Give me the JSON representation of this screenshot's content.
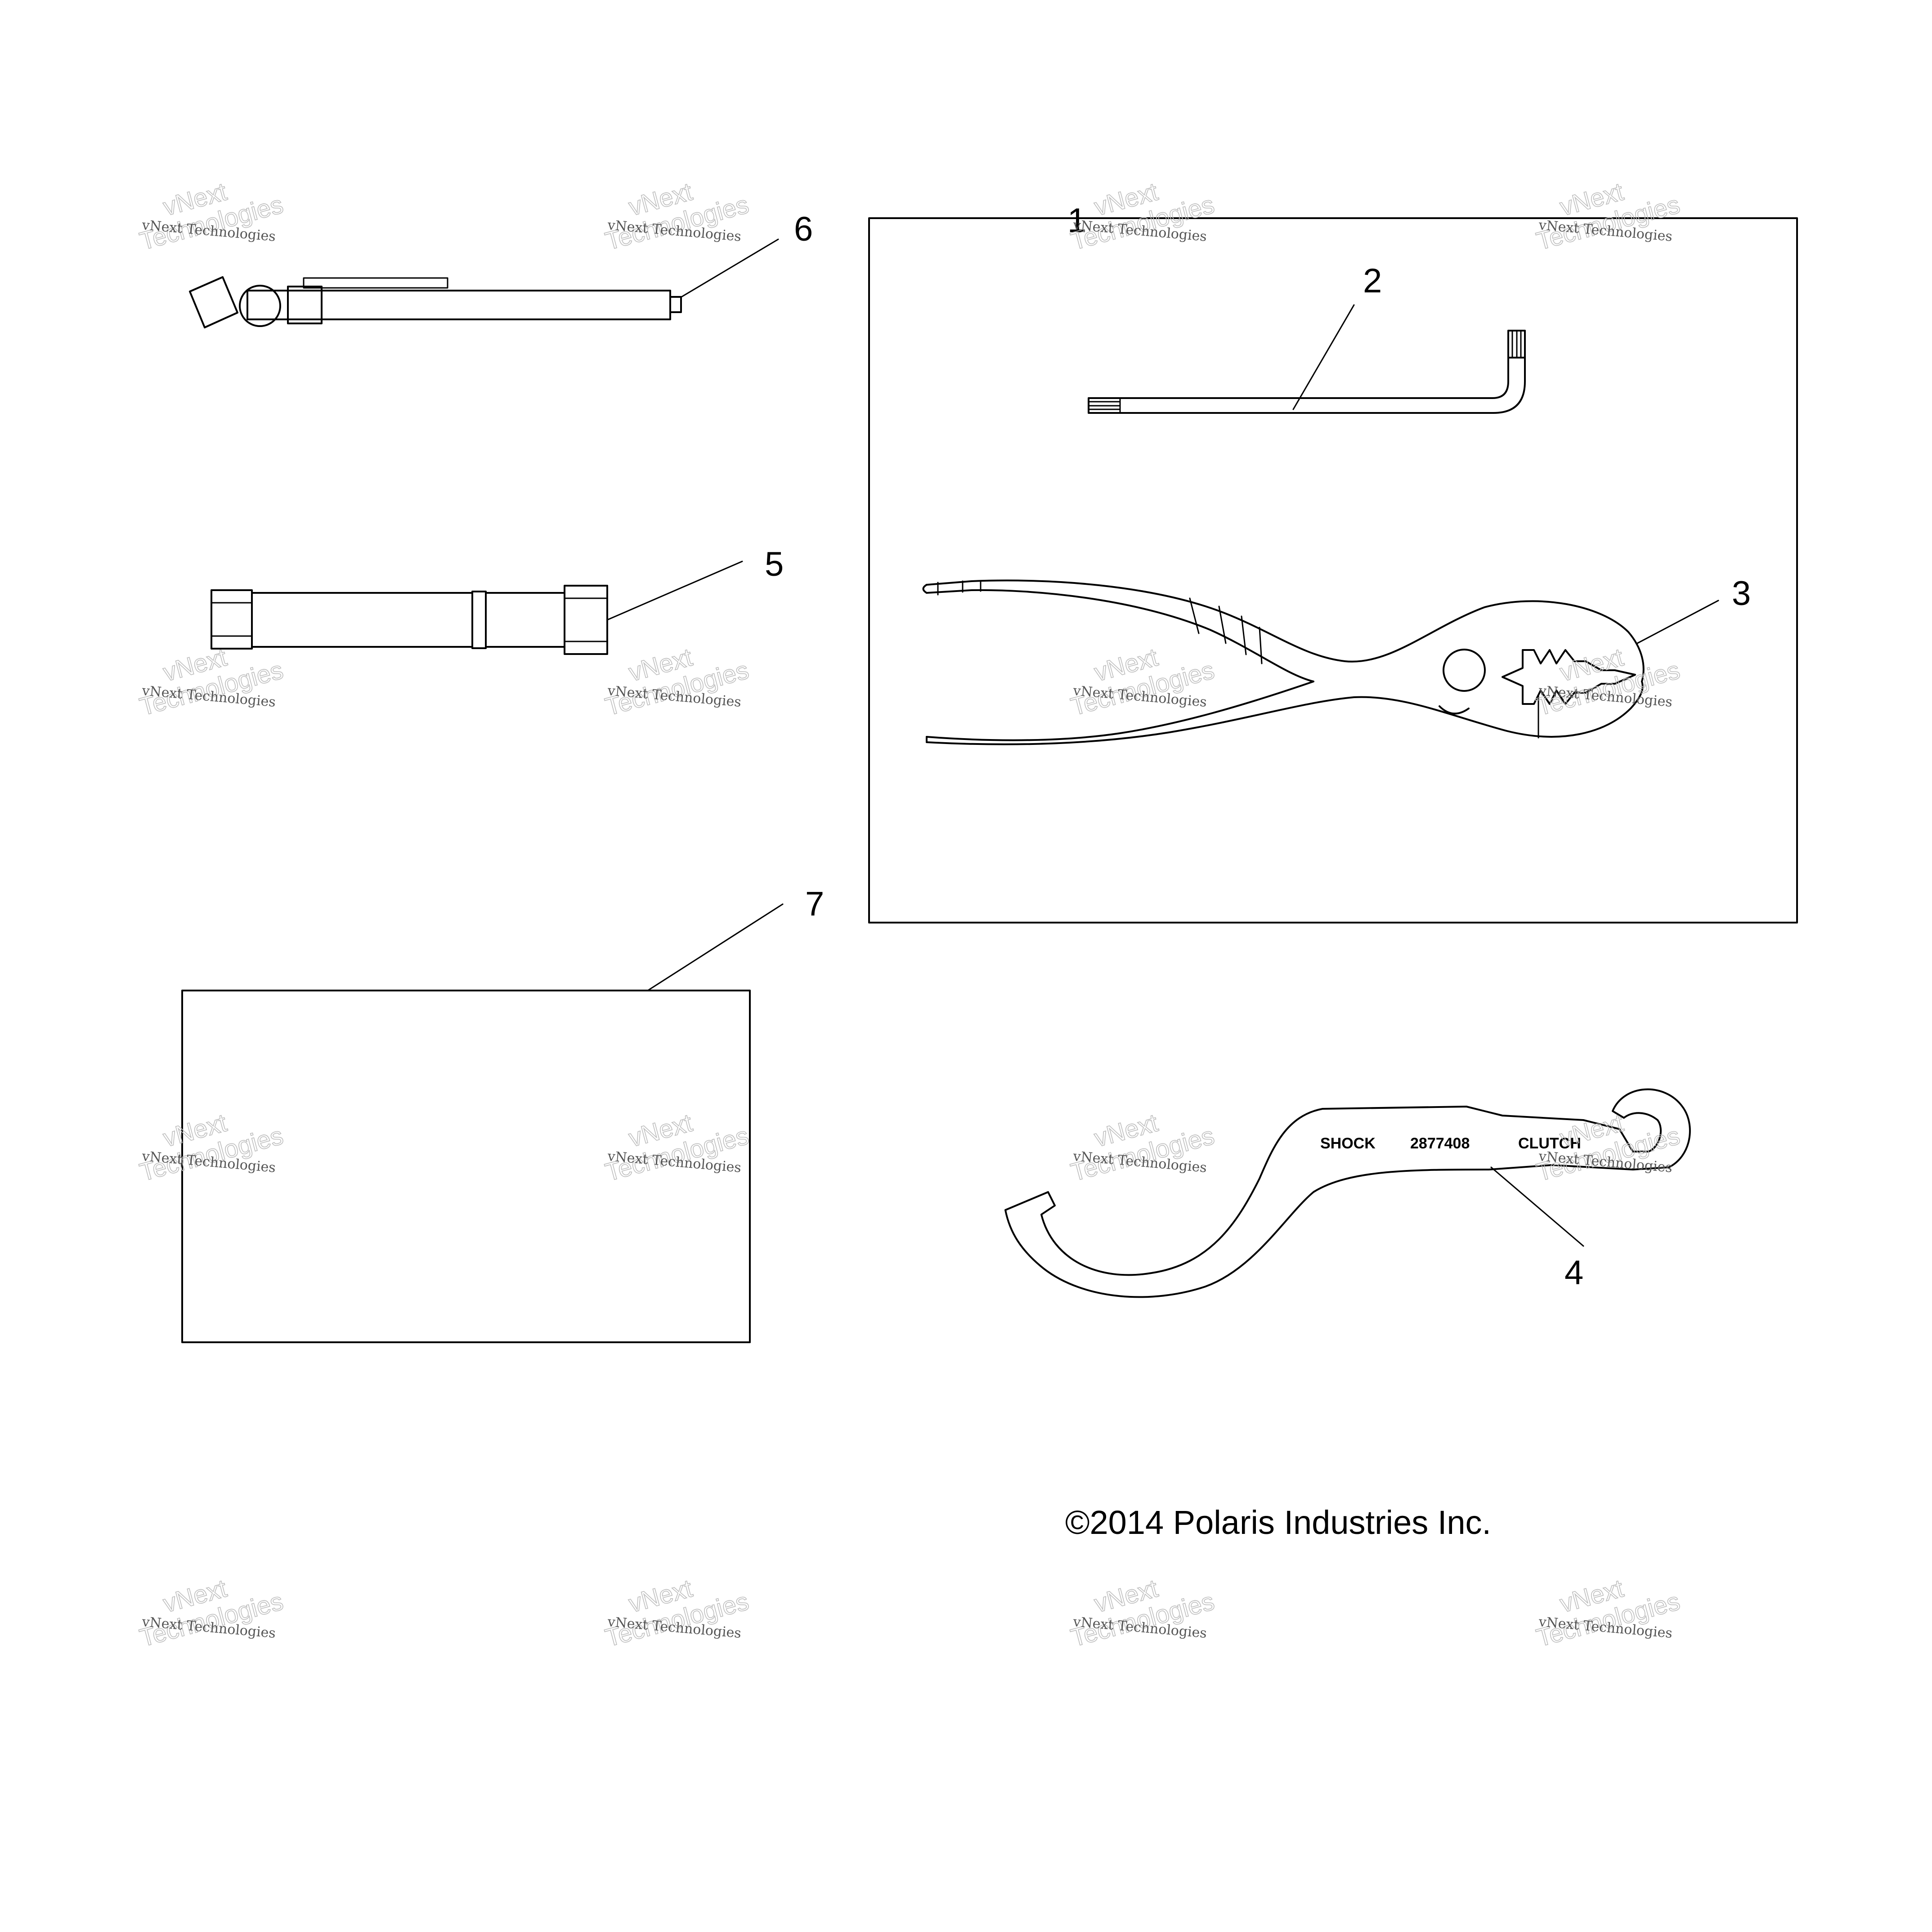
{
  "callouts": [
    "1",
    "2",
    "3",
    "4",
    "5",
    "6",
    "7"
  ],
  "wrench_stamp": {
    "left": "SHOCK",
    "middle": "2877408",
    "right": "CLUTCH"
  },
  "copyright": "©2014 Polaris Industries Inc.",
  "watermark": {
    "line": "vNext Technologies",
    "big_top": "vNext",
    "big_bottom": "Technologies"
  }
}
